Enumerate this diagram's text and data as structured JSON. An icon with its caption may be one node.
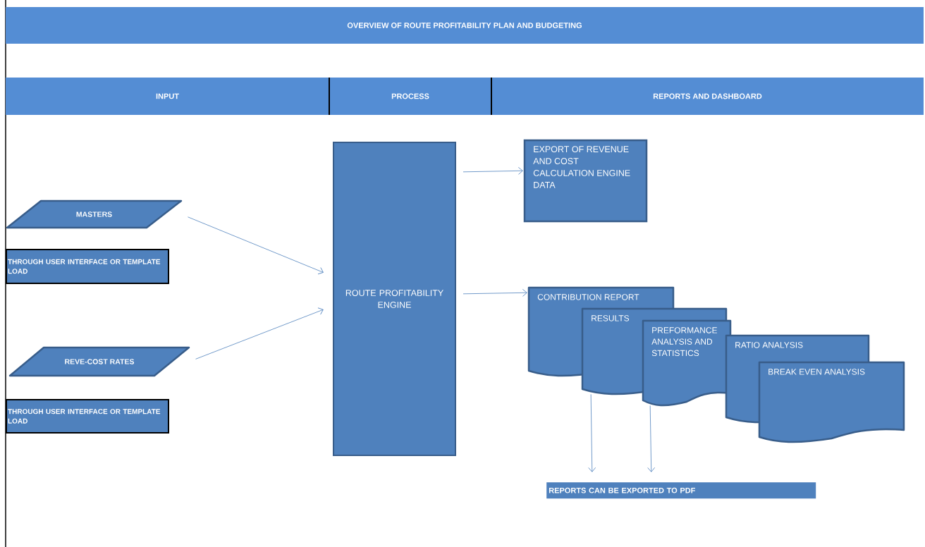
{
  "diagram": {
    "title": "OVERVIEW OF ROUTE PROFITABILITY PLAN AND BUDGETING",
    "nodes": [
      {
        "text": [
          "INPUT"
        ]
      },
      {
        "text": [
          "PROCESS"
        ]
      },
      {
        "text": [
          "REPORTS AND DASHBOARD"
        ]
      },
      {
        "text": [
          "MASTERS"
        ]
      },
      {
        "text": [
          "THROUGH USER INTERFACE OR TEMPLATE LOAD"
        ]
      },
      {
        "text": [
          "REVE-COST  RATES"
        ]
      },
      {
        "text": [
          "THROUGH USER INTERFACE OR TEMPLATE LOAD"
        ]
      },
      {
        "text": [
          "ROUTE PROFITABILITY ENGINE"
        ]
      },
      {
        "text": [
          "EXPORT OF REVENUE AND COST CALCULATION ENGINE DATA"
        ]
      },
      {
        "text": [
          "CONTRIBUTION REPORT"
        ]
      },
      {
        "text": [
          "RESULTS"
        ]
      },
      {
        "text": [
          "PREFORMANCE ANALYSIS AND STATISTICS"
        ]
      },
      {
        "text": [
          "RATIO ANALYSIS"
        ]
      },
      {
        "text": [
          "BREAK EVEN ANALYSIS"
        ]
      },
      {
        "text": [
          "REPORTS CAN BE EXPORTED TO PDF"
        ]
      }
    ],
    "edges": [
      {
        "from": 3,
        "to": 7,
        "arrow": "to"
      },
      {
        "from": 5,
        "to": 7,
        "arrow": "to"
      },
      {
        "from": 7,
        "to": 8,
        "arrow": "to"
      },
      {
        "from": 7,
        "to": 9,
        "arrow": "to"
      },
      {
        "from": 10,
        "to": 14,
        "arrow": "to"
      },
      {
        "from": 11,
        "to": 14,
        "arrow": "to"
      }
    ]
  }
}
